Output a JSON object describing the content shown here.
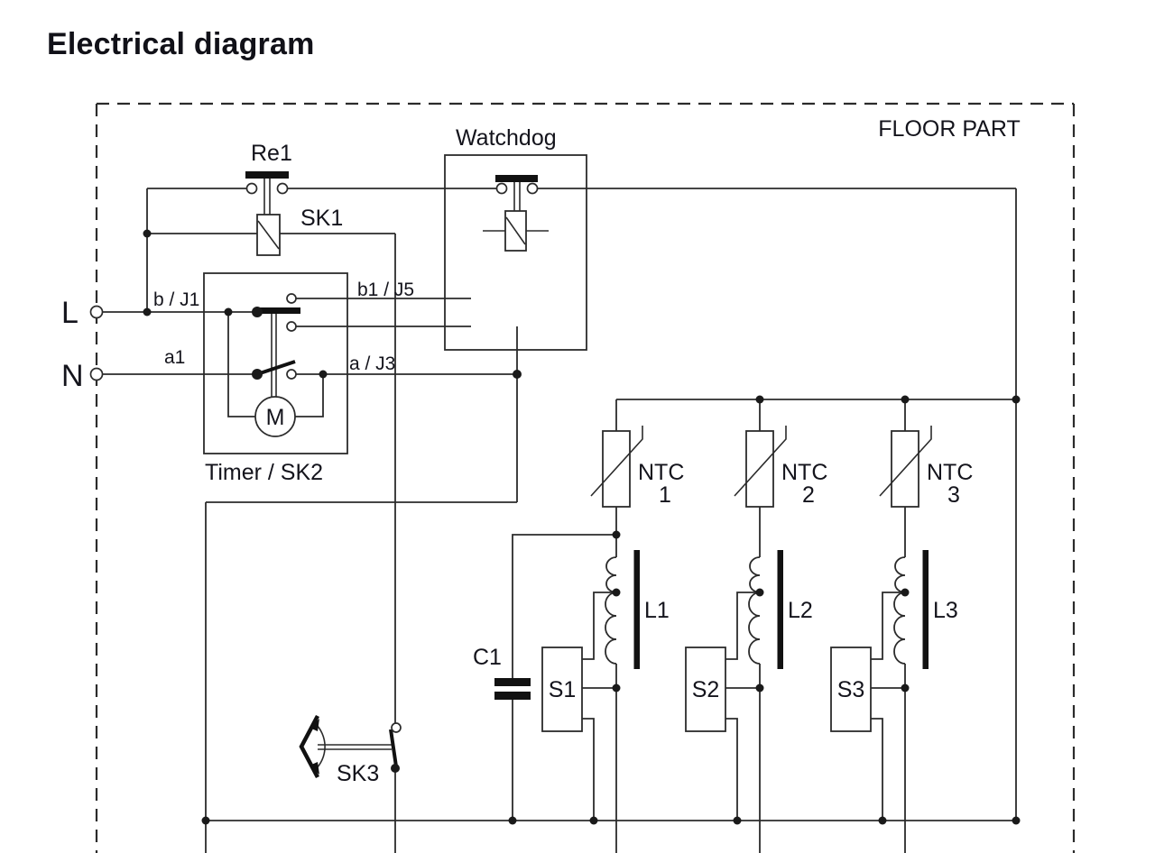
{
  "page": {
    "title": "Electrical diagram"
  },
  "diagram": {
    "region_label": "FLOOR PART",
    "terminals": {
      "live": "L",
      "neutral": "N"
    },
    "relay": {
      "name": "Re1"
    },
    "thermal_switch": {
      "name": "SK1"
    },
    "watchdog": {
      "name": "Watchdog"
    },
    "timer": {
      "name": "Timer / SK2",
      "motor": "M",
      "contact_b": "b / J1",
      "contact_b1": "b1 / J5",
      "contact_a1": "a1",
      "contact_a": "a / J3"
    },
    "foot_switch": {
      "name": "SK3"
    },
    "capacitor": {
      "name": "C1"
    },
    "branches": [
      {
        "thermistor": "NTC",
        "number": "1",
        "inductor": "L1",
        "switch": "S1"
      },
      {
        "thermistor": "NTC",
        "number": "2",
        "inductor": "L2",
        "switch": "S2"
      },
      {
        "thermistor": "NTC",
        "number": "3",
        "inductor": "L3",
        "switch": "S3"
      }
    ],
    "colors": {
      "line": "#2b2b2b",
      "text": "#14141c",
      "background": "#ffffff"
    }
  }
}
